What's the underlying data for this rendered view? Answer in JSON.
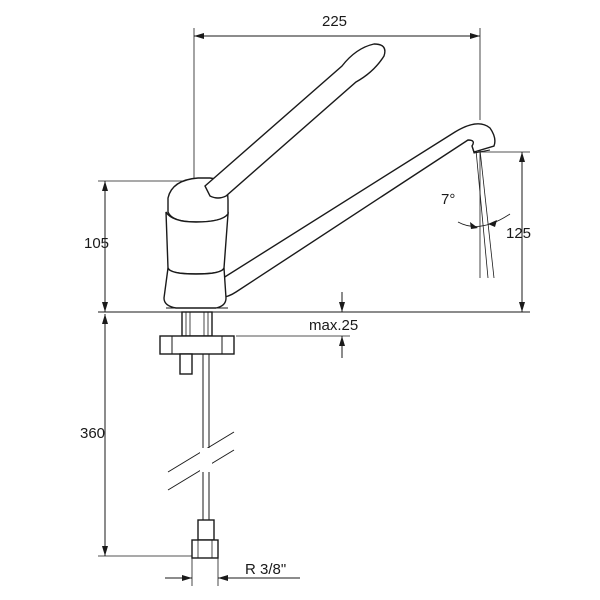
{
  "drawing": {
    "dimensions": {
      "width_top": "225",
      "body_height": "105",
      "angle": "7°",
      "spout_height": "125",
      "max_thickness": "max.25",
      "hose_length": "360",
      "thread": "R 3/8\""
    }
  }
}
